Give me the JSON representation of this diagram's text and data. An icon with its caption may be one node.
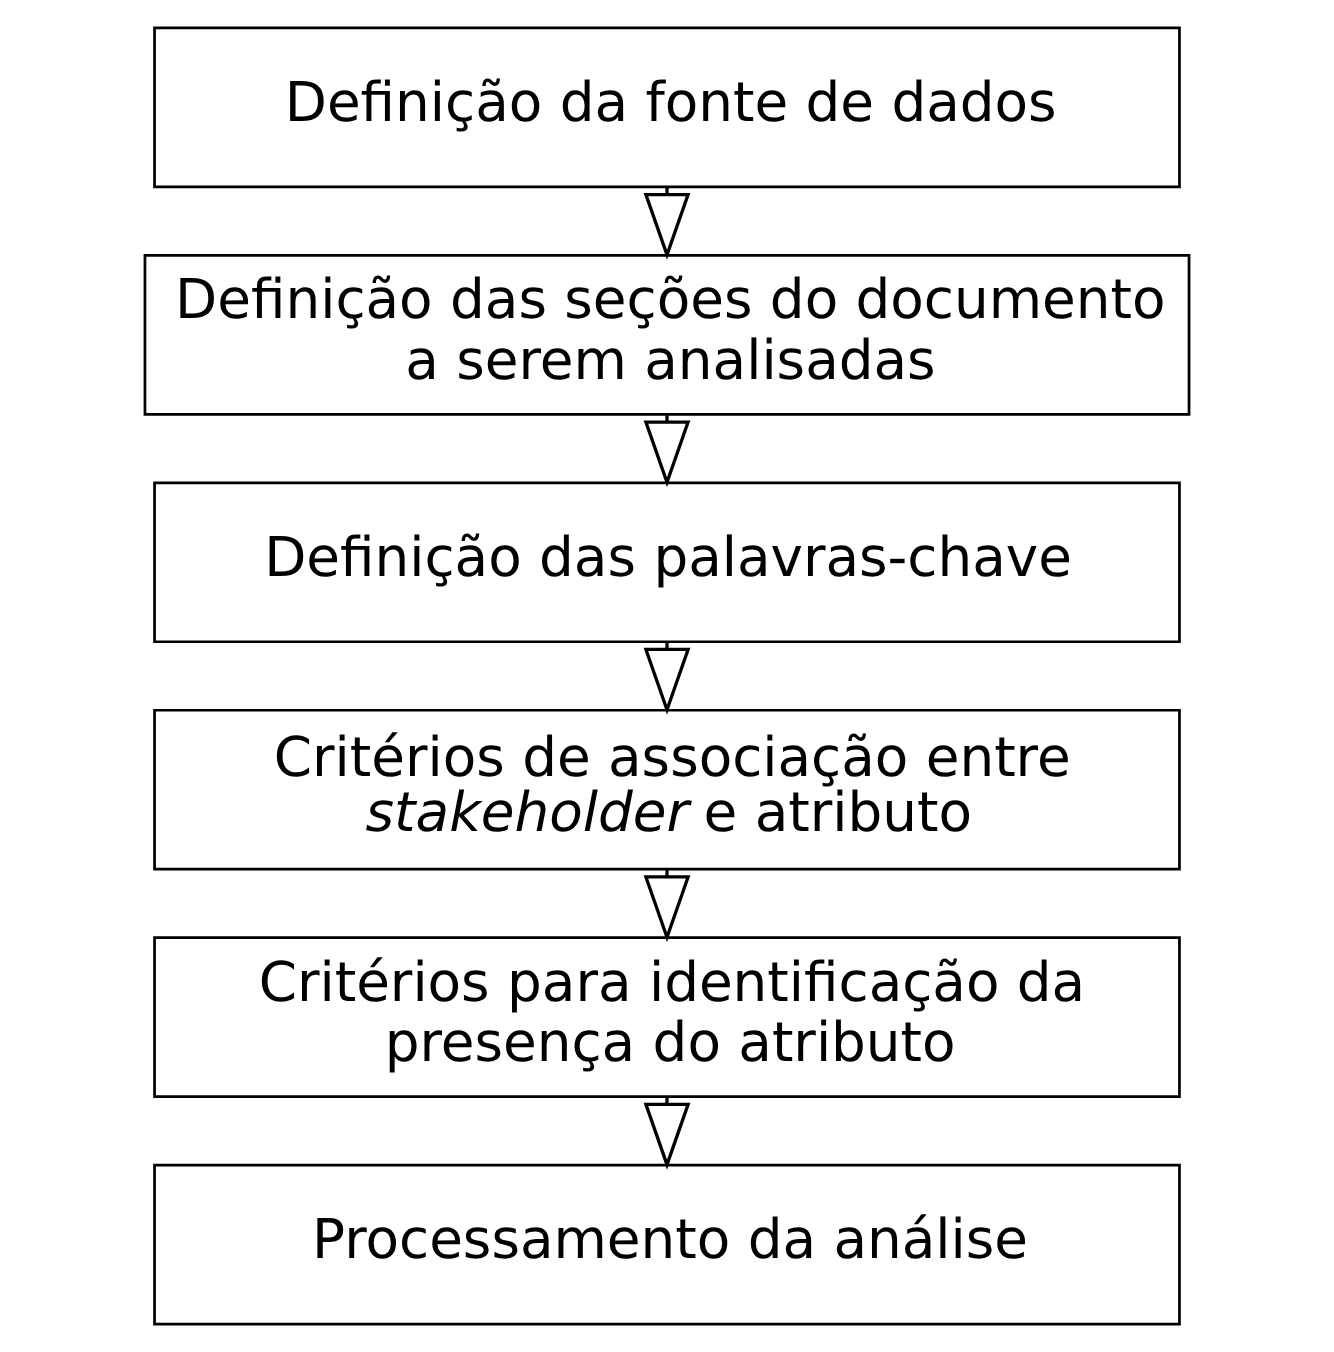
{
  "diagram": {
    "nodes": [
      {
        "text": [
          "Definição da fonte de dados"
        ]
      },
      {
        "text": [
          "Definição das seções do documento a serem analisadas"
        ]
      },
      {
        "text": [
          "Definição das palavras-chave"
        ]
      },
      {
        "text": [
          "Critérios de associação entre *stakeholder* e atributo"
        ]
      },
      {
        "text": [
          "Critérios para identificação da presença do atributo"
        ]
      },
      {
        "text": [
          "Processamento da análise"
        ]
      }
    ],
    "edges": [
      {
        "from": 0,
        "to": 1,
        "arrow": "to"
      },
      {
        "from": 1,
        "to": 2,
        "arrow": "to"
      },
      {
        "from": 2,
        "to": 3,
        "arrow": "to"
      },
      {
        "from": 3,
        "to": 4,
        "arrow": "to"
      },
      {
        "from": 4,
        "to": 5,
        "arrow": "to"
      }
    ]
  }
}
